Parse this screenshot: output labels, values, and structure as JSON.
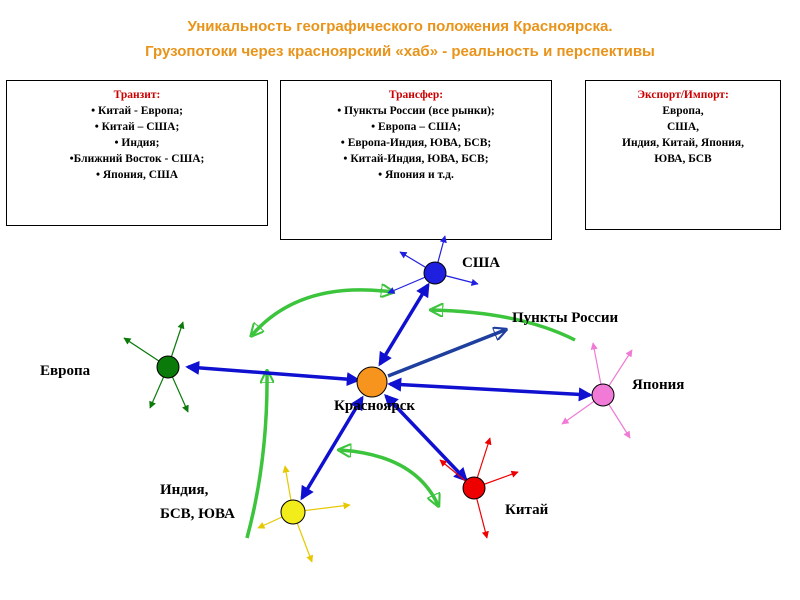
{
  "title": {
    "line1": "Уникальность географического положения Красноярска.",
    "line2": "Грузопотоки через красноярский «хаб» - реальность и перспективы"
  },
  "boxes": {
    "transit": {
      "heading": "Транзит:",
      "items": [
        "• Китай - Европа;",
        "• Китай – США;",
        "• Индия;",
        "•Ближний Восток - США;",
        "• Япония, США"
      ]
    },
    "transfer": {
      "heading": "Трансфер:",
      "items": [
        "• Пункты России (все рынки);",
        "• Европа – США;",
        "• Европа-Индия,  ЮВА, БСВ;",
        "• Китай-Индия, ЮВА, БСВ;",
        "• Япония и т.д."
      ]
    },
    "export": {
      "heading": "Экспорт/Импорт:",
      "items": [
        "Европа,",
        "США,",
        "Индия, Китай, Япония,",
        "ЮВА, БСВ"
      ]
    }
  },
  "nodes": {
    "krasnoyarsk": {
      "label": "Красноярск",
      "color": "#f7941d"
    },
    "usa": {
      "label": "США",
      "color": "#1f1fe0"
    },
    "europe": {
      "label": "Европа",
      "color": "#0a7a0a"
    },
    "japan": {
      "label": "Япония",
      "color": "#f07ad6"
    },
    "china": {
      "label": "Китай",
      "color": "#ee0000"
    },
    "india": {
      "label_line1": "Индия,",
      "label_line2": "БСВ, ЮВА",
      "color": "#f2ec1a"
    },
    "russia": {
      "label": "Пункты России"
    }
  },
  "colors": {
    "link_blue": "#1010d0",
    "transit_green": "#3cc43c",
    "box_heading": "#cc0000",
    "title": "#e8941a"
  }
}
